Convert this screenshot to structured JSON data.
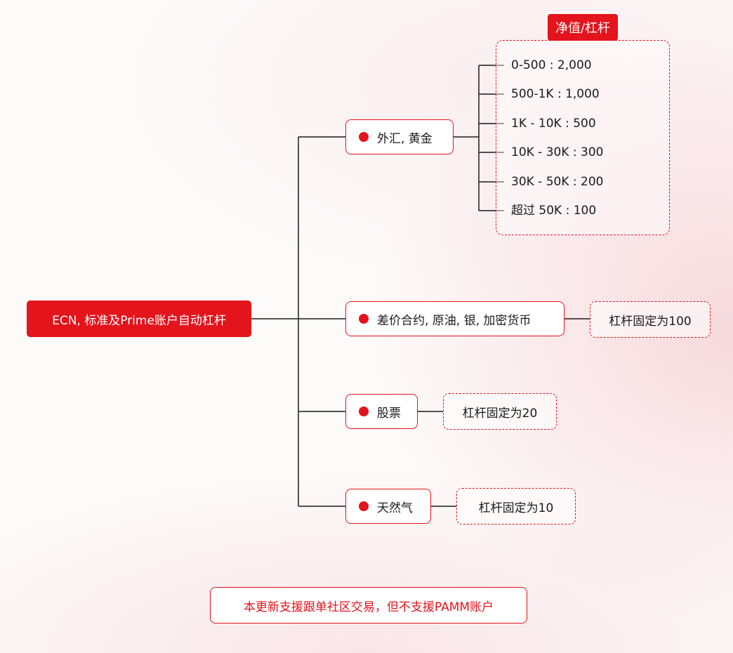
{
  "root": {
    "label": "ECN, 标准及Prime账户自动杠杆"
  },
  "tag": {
    "label": "净值/杠杆"
  },
  "categories": [
    {
      "label": "外汇, 黄金"
    },
    {
      "label": "差价合约, 原油, 银, 加密货币",
      "result": "杠杆固定为100"
    },
    {
      "label": "股票",
      "result": "杠杆固定为20"
    },
    {
      "label": "天然气",
      "result": "杠杆固定为10"
    }
  ],
  "leverage_tiers": [
    "0-500 : 2,000",
    "500-1K : 1,000",
    "1K - 10K : 500",
    "10K - 30K : 300",
    "30K - 50K : 200",
    "超过 50K : 100"
  ],
  "note": {
    "text": "本更新支援跟单社区交易，但不支援PAMM账户"
  },
  "colors": {
    "accent": "#e3141c",
    "line": "#1a1a1a"
  }
}
